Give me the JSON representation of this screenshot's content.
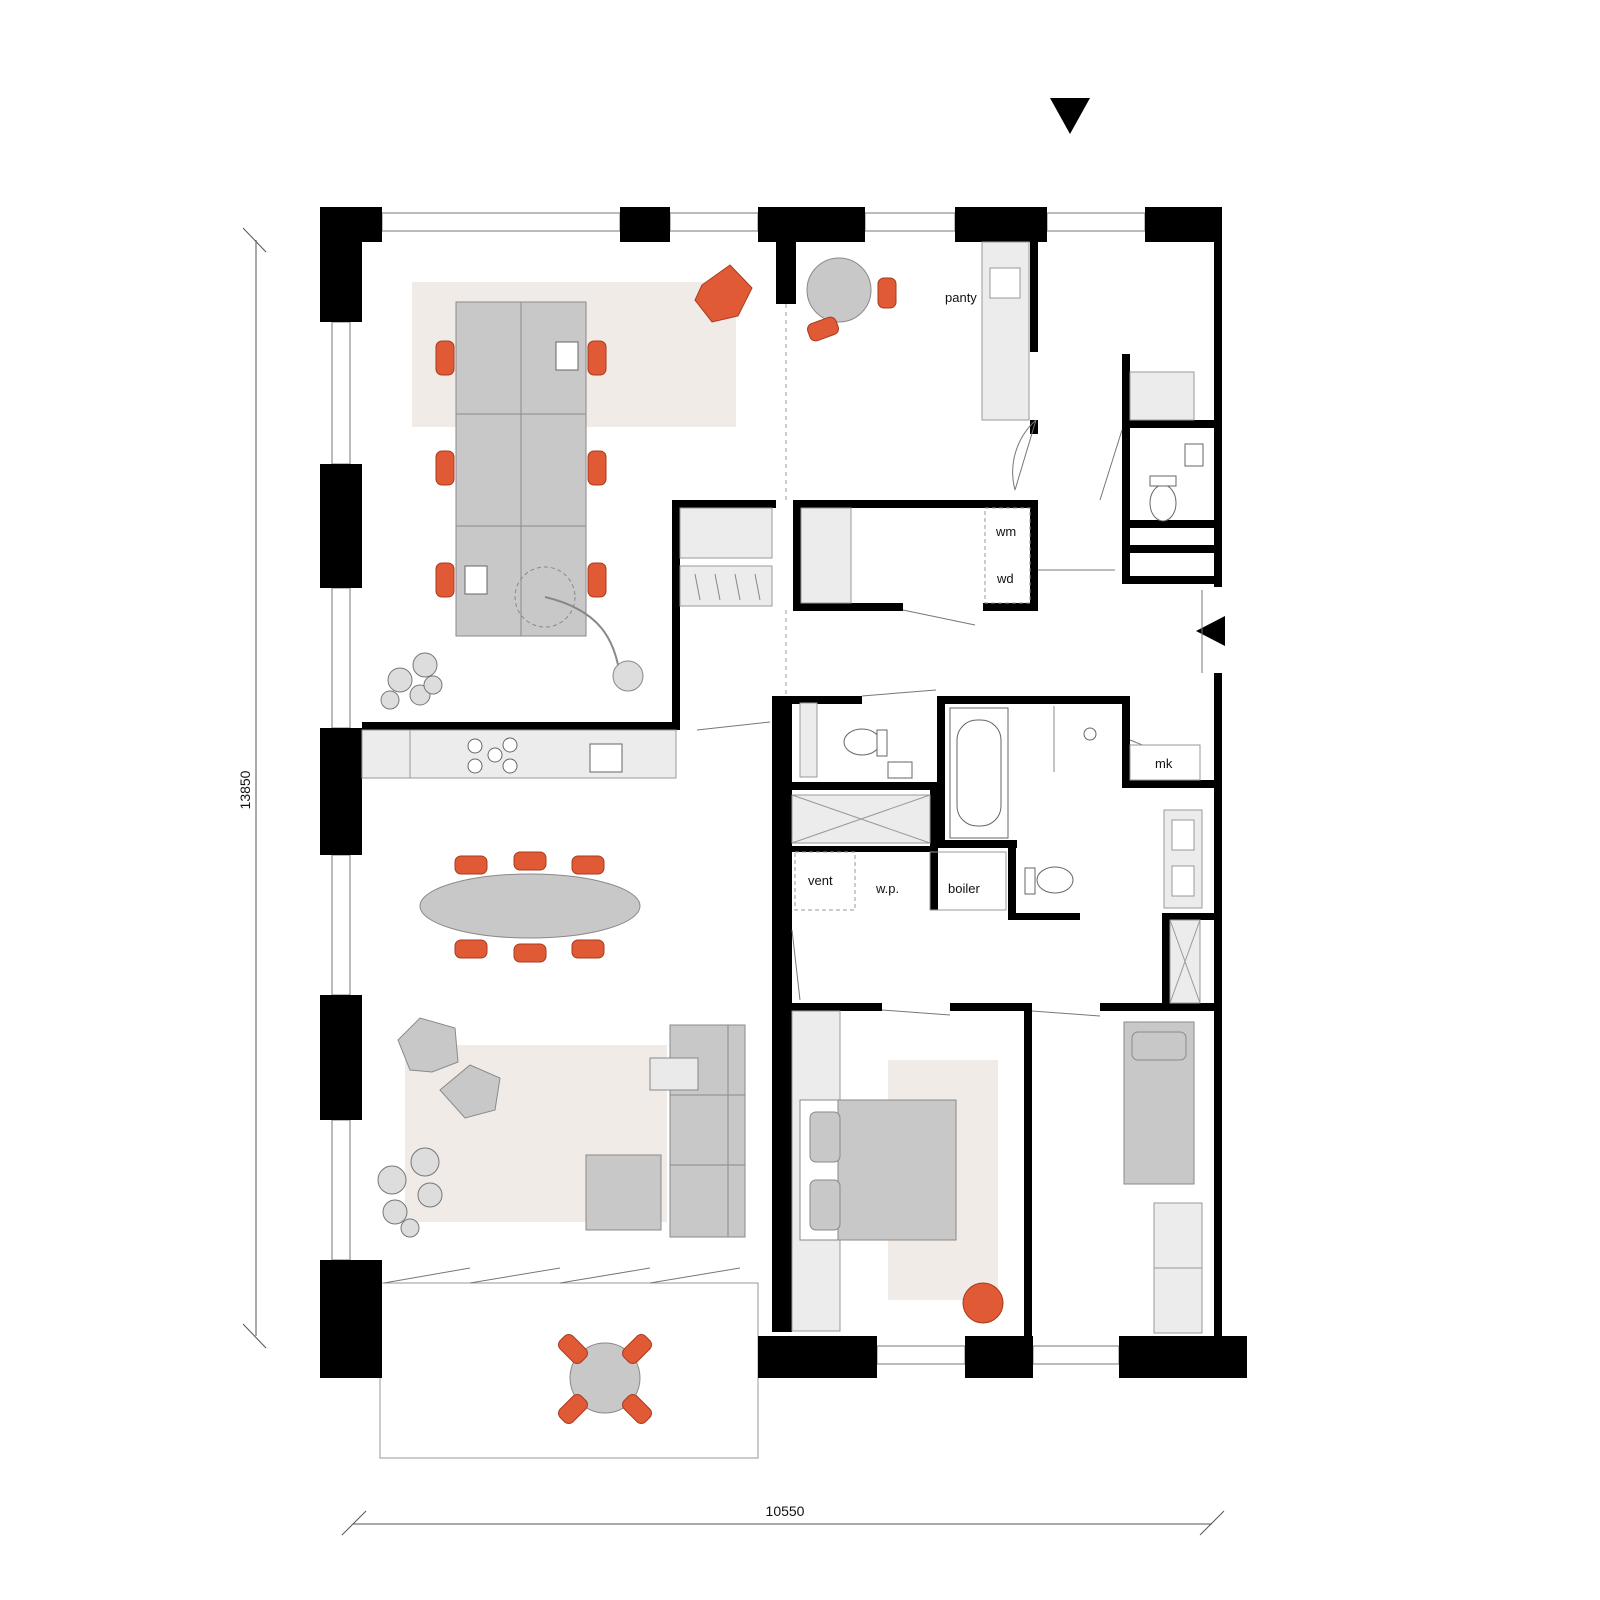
{
  "labels": {
    "pantry": "panty",
    "washer": "wm",
    "dryer": "wd",
    "meter_cupboard": "mk",
    "ventilation": "vent",
    "water_point": "w.p.",
    "boiler": "boiler"
  },
  "dimensions": {
    "width": "10550",
    "height": "13850"
  },
  "entrance_markers": [
    "entrance-arrow-top",
    "entrance-arrow-right"
  ],
  "colors": {
    "wall": "#000000",
    "furniture": "#c8c8c8",
    "accent_chair": "#e05a35",
    "rug": "#f1ebe7"
  }
}
